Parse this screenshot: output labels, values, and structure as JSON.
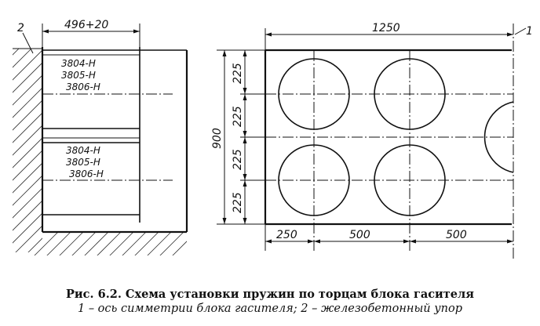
{
  "diagram": {
    "callouts": {
      "symmetry_axis": "1",
      "concrete_stop": "2"
    },
    "left_view": {
      "top_dimension": "496+20",
      "spring_groups": [
        [
          "3804-Н",
          "3805-Н",
          "3806-Н"
        ],
        [
          "3804-Н",
          "3805-Н",
          "3806-Н"
        ]
      ]
    },
    "right_view": {
      "overall_width": "1250",
      "overall_height": "900",
      "row_pitches": [
        "225",
        "225",
        "225",
        "225"
      ],
      "column_dims": [
        "250",
        "500",
        "500"
      ]
    }
  },
  "caption": {
    "title": "Рис. 6.2. Схема установки пружин по торцам блока гасителя",
    "legend": "1 – ось симметрии блока гасителя;  2 – железобетонный упор"
  }
}
